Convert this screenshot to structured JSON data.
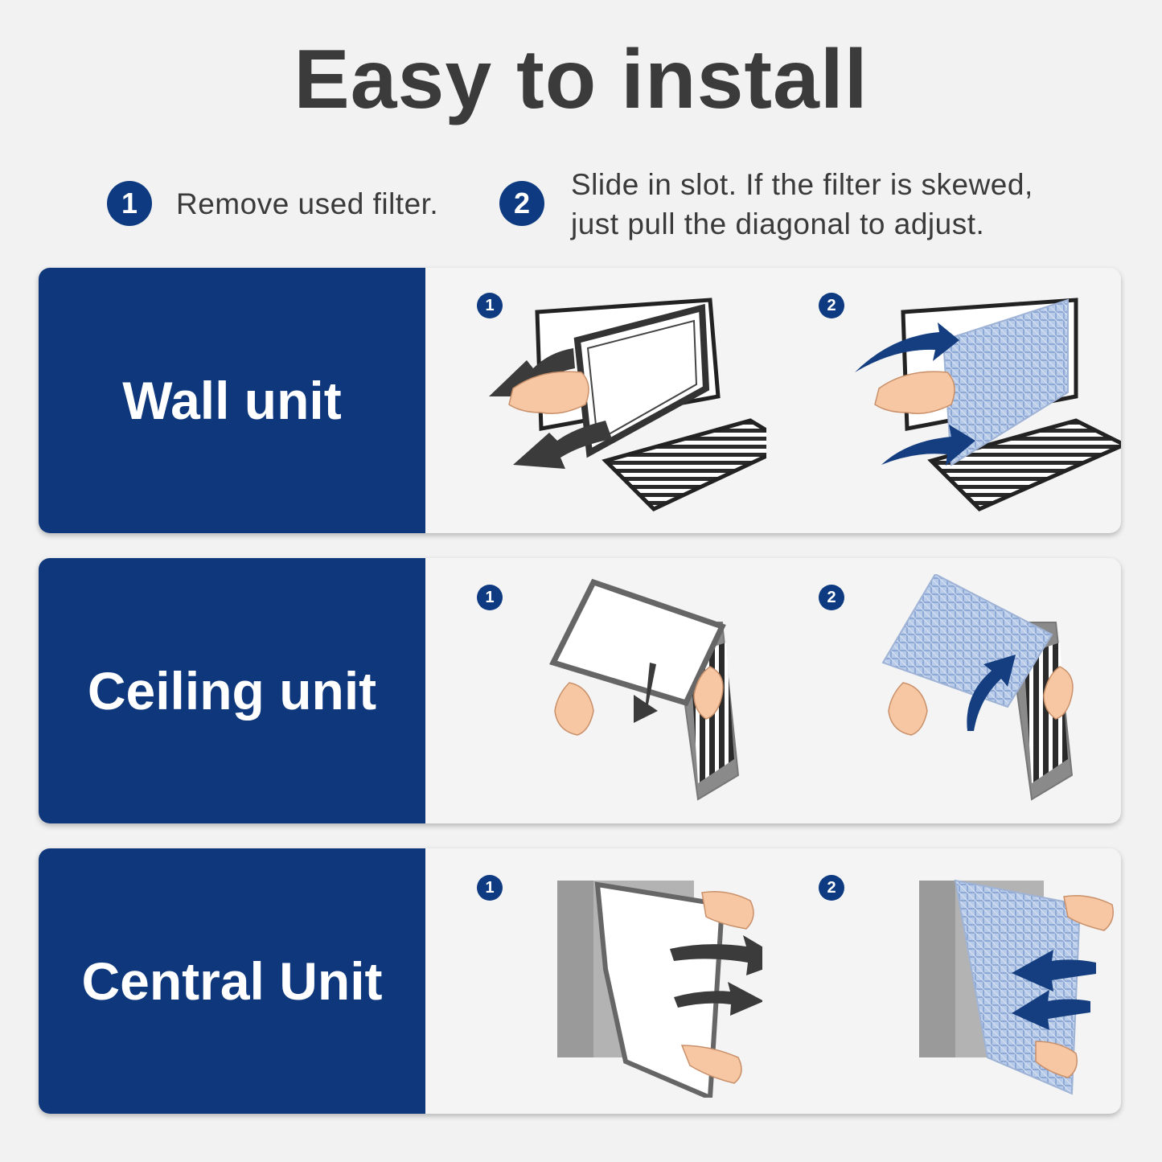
{
  "title": "Easy to install",
  "steps": [
    {
      "number": "1",
      "text": "Remove used filter."
    },
    {
      "number": "2",
      "text_line1": "Slide in slot. If the filter is skewed,",
      "text_line2": "just pull the diagonal to adjust."
    }
  ],
  "panels": [
    {
      "label": "Wall unit",
      "step1": "1",
      "step2": "2"
    },
    {
      "label": "Ceiling unit",
      "step1": "1",
      "step2": "2"
    },
    {
      "label": "Central Unit",
      "step1": "1",
      "step2": "2"
    }
  ],
  "colors": {
    "brand_blue": "#0e377c",
    "arrow_dark": "#3b3b3b",
    "arrow_blue": "#143e80",
    "filter_blue": "#a9bfe0",
    "skin": "#f6c7a2"
  }
}
